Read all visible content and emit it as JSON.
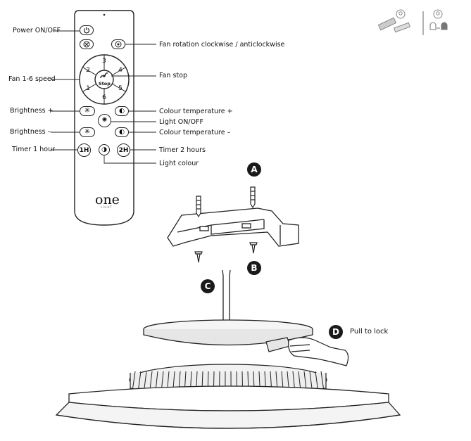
{
  "remote": {
    "brand": "one",
    "brand_sub": "LIGHT",
    "stop_label": "Stop",
    "speed_numbers": [
      "1",
      "2",
      "3",
      "4",
      "5",
      "6"
    ],
    "timer_1h": "1H",
    "timer_2h": "2H"
  },
  "labels": {
    "power": "Power ON/OFF",
    "fan_rotation": "Fan rotation clockwise / anticlockwise",
    "fan_speed": "Fan 1-6 speed",
    "fan_stop": "Fan stop",
    "brightness_plus": "Brightness +",
    "colour_temp_plus": "Colour temperature +",
    "light_onoff": "Light ON/OFF",
    "brightness_minus": "Brightness –",
    "colour_temp_minus": "Colour temperature –",
    "timer_1h": "Timer 1 hour",
    "timer_2h": "Timer 2 hours",
    "light_colour": "Light colour"
  },
  "steps": {
    "a": "A",
    "b": "B",
    "c": "C",
    "d": "D",
    "d_text": "Pull to lock"
  },
  "colors": {
    "line": "#222222",
    "badge": "#1a1a1a",
    "device_body": "#f2f2f2",
    "device_shadow": "#d9d9d9"
  }
}
